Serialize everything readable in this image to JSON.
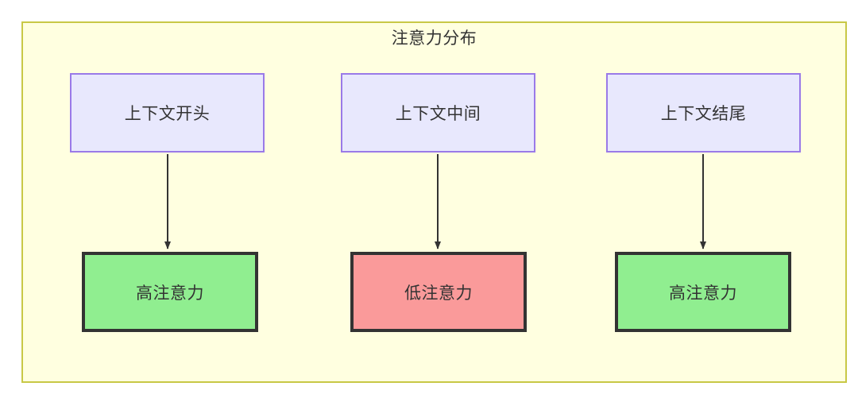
{
  "diagram": {
    "title": "注意力分布",
    "background": "#ffffe0",
    "border_color": "#c8c846",
    "nodes": [
      {
        "id": "ctx-start",
        "label": "上下文开头",
        "fill": "#e8e8fd",
        "stroke": "#9a7ae8",
        "row": "top",
        "column": 1
      },
      {
        "id": "ctx-middle",
        "label": "上下文中间",
        "fill": "#e8e8fd",
        "stroke": "#9a7ae8",
        "row": "top",
        "column": 2
      },
      {
        "id": "ctx-end",
        "label": "上下文结尾",
        "fill": "#e8e8fd",
        "stroke": "#9a7ae8",
        "row": "top",
        "column": 3
      },
      {
        "id": "attn-high-1",
        "label": "高注意力",
        "fill": "#90ee90",
        "stroke": "#333333",
        "row": "bottom",
        "column": 1
      },
      {
        "id": "attn-low",
        "label": "低注意力",
        "fill": "#fa9a9a",
        "stroke": "#333333",
        "row": "bottom",
        "column": 2
      },
      {
        "id": "attn-high-2",
        "label": "高注意力",
        "fill": "#90ee90",
        "stroke": "#333333",
        "row": "bottom",
        "column": 3
      }
    ],
    "edges": [
      {
        "from": "ctx-start",
        "to": "attn-high-1",
        "label": ""
      },
      {
        "from": "ctx-middle",
        "to": "attn-low",
        "label": ""
      },
      {
        "from": "ctx-end",
        "to": "attn-high-2",
        "label": ""
      }
    ]
  }
}
